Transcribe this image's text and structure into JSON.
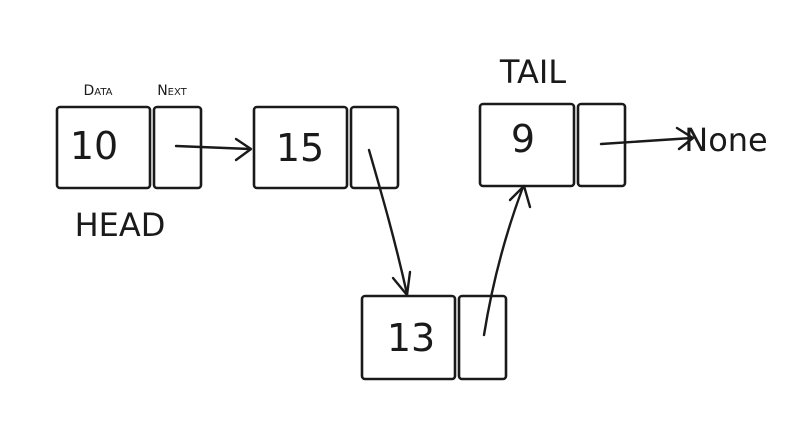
{
  "labels": {
    "data": "Data",
    "next": "Next",
    "head": "HEAD",
    "tail": "TAIL",
    "none": "None"
  },
  "nodes": [
    {
      "value": "10"
    },
    {
      "value": "15"
    },
    {
      "value": "13"
    },
    {
      "value": "9"
    }
  ]
}
